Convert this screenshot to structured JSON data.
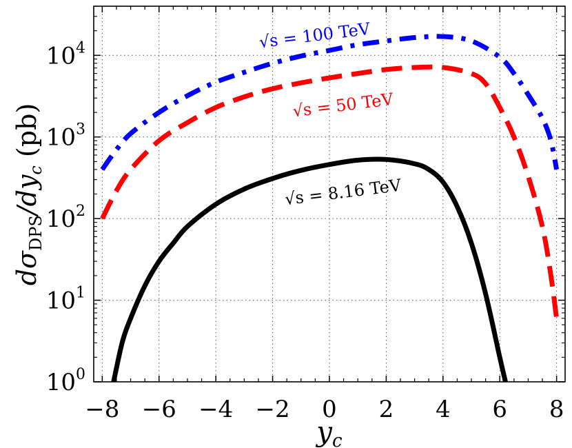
{
  "chart_data": {
    "type": "line",
    "title": "",
    "xlabel": "y_c",
    "ylabel": "dσ_DPS/dy_c (pb)",
    "xlim": [
      -8.3,
      8.3
    ],
    "ylim": [
      1,
      40000
    ],
    "yscale": "log",
    "grid": true,
    "legend": "none (inline curve labels)",
    "x_ticks": [
      -8,
      -6,
      -4,
      -2,
      0,
      2,
      4,
      6,
      8
    ],
    "x_tick_labels": [
      "−8",
      "−6",
      "−4",
      "−2",
      "0",
      "2",
      "4",
      "6",
      "8"
    ],
    "y_ticks": [
      1,
      10,
      100,
      1000,
      10000
    ],
    "y_tick_bases": [
      "10",
      "10",
      "10",
      "10",
      "10"
    ],
    "y_tick_exponents": [
      "0",
      "1",
      "2",
      "3",
      "4"
    ],
    "series": [
      {
        "name": "√s = 100 TeV",
        "color": "#0000ff",
        "style": "dash-dot",
        "x": [
          -8.0,
          -7.5,
          -7.0,
          -6.0,
          -5.0,
          -4.0,
          -3.0,
          -2.0,
          -1.0,
          0.0,
          1.0,
          2.0,
          3.0,
          4.0,
          5.0,
          6.0,
          6.5,
          7.0,
          7.5,
          7.8,
          8.0
        ],
        "y": [
          400,
          700,
          1100,
          2000,
          3200,
          4700,
          6200,
          8000,
          9800,
          11500,
          13500,
          15000,
          16500,
          17000,
          15000,
          9500,
          6000,
          3300,
          1700,
          900,
          400
        ]
      },
      {
        "name": "√s = 50 TeV",
        "color": "#ff0000",
        "style": "dashed",
        "x": [
          -8.0,
          -7.5,
          -7.0,
          -6.0,
          -5.0,
          -4.0,
          -3.0,
          -2.0,
          -1.0,
          0.0,
          1.0,
          2.0,
          3.0,
          4.0,
          5.0,
          5.5,
          6.0,
          6.5,
          7.0,
          7.5,
          7.8,
          8.0
        ],
        "y": [
          100,
          220,
          400,
          900,
          1500,
          2300,
          3100,
          3900,
          4600,
          5300,
          6000,
          6700,
          7100,
          7100,
          6000,
          4500,
          2300,
          1000,
          330,
          80,
          20,
          6
        ]
      },
      {
        "name": "√s = 8.16 TeV",
        "color": "#000000",
        "style": "solid",
        "x": [
          -7.6,
          -7.3,
          -7.0,
          -6.5,
          -6.0,
          -5.5,
          -5.0,
          -4.0,
          -3.0,
          -2.0,
          -1.0,
          0.0,
          1.0,
          2.0,
          3.0,
          3.5,
          4.0,
          4.5,
          5.0,
          5.5,
          6.0,
          6.2
        ],
        "y": [
          1,
          3,
          6,
          15,
          30,
          50,
          80,
          150,
          230,
          310,
          390,
          460,
          520,
          530,
          470,
          400,
          280,
          140,
          50,
          12,
          2,
          1
        ]
      }
    ],
    "annotations": [
      {
        "text": "√s = 100 TeV",
        "series": 0,
        "x": -0.5,
        "y": 15000,
        "angle": -7
      },
      {
        "text": "√s = 50 TeV",
        "series": 1,
        "x": 0.5,
        "y": 2100,
        "angle": -7
      },
      {
        "text": "√s = 8.16 TeV",
        "series": 2,
        "x": 0.5,
        "y": 180,
        "angle": -7
      }
    ]
  }
}
